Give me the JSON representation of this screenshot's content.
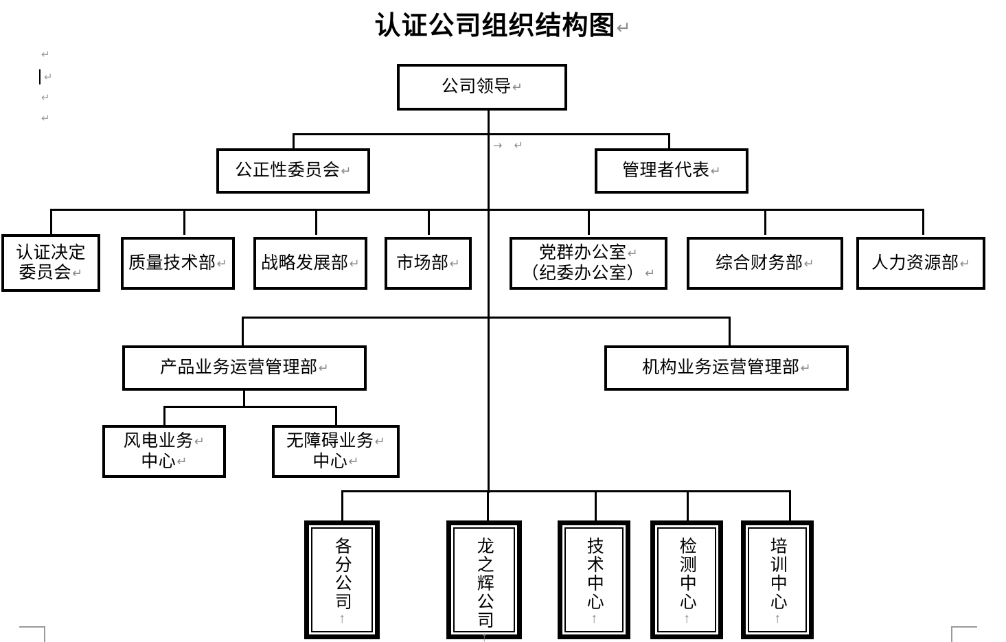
{
  "document": {
    "title": "认证公司组织结构图",
    "title_mark": "↵",
    "margin_marks": [
      "↵",
      "↵",
      "↵",
      "↵"
    ],
    "tab_mark": "→  ↵"
  },
  "chart_data": {
    "type": "diagram",
    "diagram_kind": "organization-chart",
    "title": "认证公司组织结构图",
    "nodes": [
      {
        "id": "top",
        "label": "公司领导",
        "mark": "↵",
        "level": 1,
        "orientation": "horizontal"
      },
      {
        "id": "impartiality",
        "label": "公正性委员会",
        "mark": "↵",
        "level": 2,
        "orientation": "horizontal"
      },
      {
        "id": "mgmt-rep",
        "label": "管理者代表",
        "mark": "↵",
        "level": 2,
        "orientation": "horizontal"
      },
      {
        "id": "cert-decision",
        "label": "认证决定\n委员会",
        "line1": "认证决定",
        "line2": "委员会",
        "mark": "↵",
        "level": 3,
        "orientation": "horizontal"
      },
      {
        "id": "quality-tech",
        "label": "质量技术部",
        "mark": "↵",
        "level": 3,
        "orientation": "horizontal"
      },
      {
        "id": "strategy-dev",
        "label": "战略发展部",
        "mark": "↵",
        "level": 3,
        "orientation": "horizontal"
      },
      {
        "id": "marketing",
        "label": "市场部",
        "mark": "↵",
        "level": 3,
        "orientation": "horizontal"
      },
      {
        "id": "party-office",
        "label": "党群办公室\n（纪委办公室）",
        "line1": "党群办公室",
        "line2": "（纪委办公室）",
        "mark": "↵",
        "level": 3,
        "orientation": "horizontal"
      },
      {
        "id": "finance",
        "label": "综合财务部",
        "mark": "↵",
        "level": 3,
        "orientation": "horizontal"
      },
      {
        "id": "hr",
        "label": "人力资源部",
        "mark": "↵",
        "level": 3,
        "orientation": "horizontal"
      },
      {
        "id": "product-ops",
        "label": "产品业务运营管理部",
        "mark": "↵",
        "level": 4,
        "orientation": "horizontal"
      },
      {
        "id": "institution-ops",
        "label": "机构业务运营管理部",
        "mark": "↵",
        "level": 4,
        "orientation": "horizontal"
      },
      {
        "id": "wind-center",
        "label": "风电业务\n中心",
        "line1": "风电业务",
        "line2": "中心",
        "mark": "↵",
        "level": 5,
        "orientation": "horizontal"
      },
      {
        "id": "accessibility-center",
        "label": "无障碍业务\n中心",
        "line1": "无障碍业务",
        "line2": "中心",
        "mark": "↵",
        "level": 5,
        "orientation": "horizontal"
      },
      {
        "id": "branches",
        "label": "各分公司",
        "mark": "↑",
        "level": 6,
        "orientation": "vertical"
      },
      {
        "id": "longzhihui",
        "label": "龙之辉公司",
        "mark": "↑",
        "level": 6,
        "orientation": "vertical"
      },
      {
        "id": "tech-center",
        "label": "技术中心",
        "mark": "↑",
        "level": 6,
        "orientation": "vertical"
      },
      {
        "id": "inspection-center",
        "label": "检测中心",
        "mark": "↑",
        "level": 6,
        "orientation": "vertical"
      },
      {
        "id": "training-center",
        "label": "培训中心",
        "mark": "↑",
        "level": 6,
        "orientation": "vertical"
      }
    ],
    "edges": [
      {
        "from": "top",
        "to": "impartiality"
      },
      {
        "from": "top",
        "to": "mgmt-rep"
      },
      {
        "from": "top",
        "to": "cert-decision"
      },
      {
        "from": "top",
        "to": "quality-tech"
      },
      {
        "from": "top",
        "to": "strategy-dev"
      },
      {
        "from": "top",
        "to": "marketing"
      },
      {
        "from": "top",
        "to": "party-office"
      },
      {
        "from": "top",
        "to": "finance"
      },
      {
        "from": "top",
        "to": "hr"
      },
      {
        "from": "top",
        "to": "product-ops"
      },
      {
        "from": "top",
        "to": "institution-ops"
      },
      {
        "from": "product-ops",
        "to": "wind-center"
      },
      {
        "from": "product-ops",
        "to": "accessibility-center"
      },
      {
        "from": "top",
        "to": "branches"
      },
      {
        "from": "top",
        "to": "longzhihui"
      },
      {
        "from": "top",
        "to": "tech-center"
      },
      {
        "from": "top",
        "to": "inspection-center"
      },
      {
        "from": "top",
        "to": "training-center"
      }
    ],
    "colors": {
      "line": "#000000",
      "box_border": "#000000",
      "box_fill": "#ffffff",
      "text": "#000000",
      "mark": "#8a8a8a"
    }
  }
}
